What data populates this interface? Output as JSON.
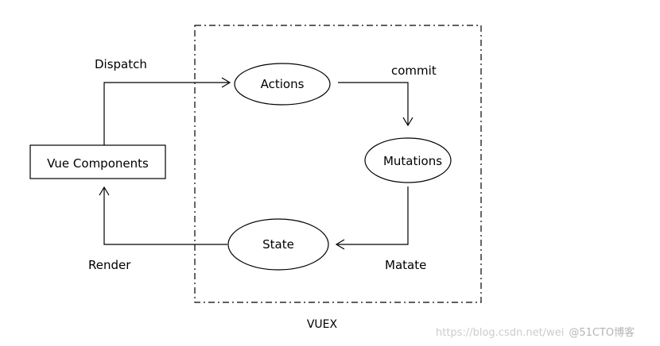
{
  "diagram": {
    "nodes": {
      "vue_components": "Vue Components",
      "actions": "Actions",
      "mutations": "Mutations",
      "state": "State"
    },
    "edges": {
      "dispatch": "Dispatch",
      "commit": "commit",
      "matate": "Matate",
      "render": "Render"
    },
    "container_label": "VUEX",
    "colors": {
      "stroke": "#000000",
      "background": "#ffffff"
    }
  },
  "watermark": {
    "url": "https://blog.csdn.net/wei",
    "brand": "@51CTO博客"
  }
}
